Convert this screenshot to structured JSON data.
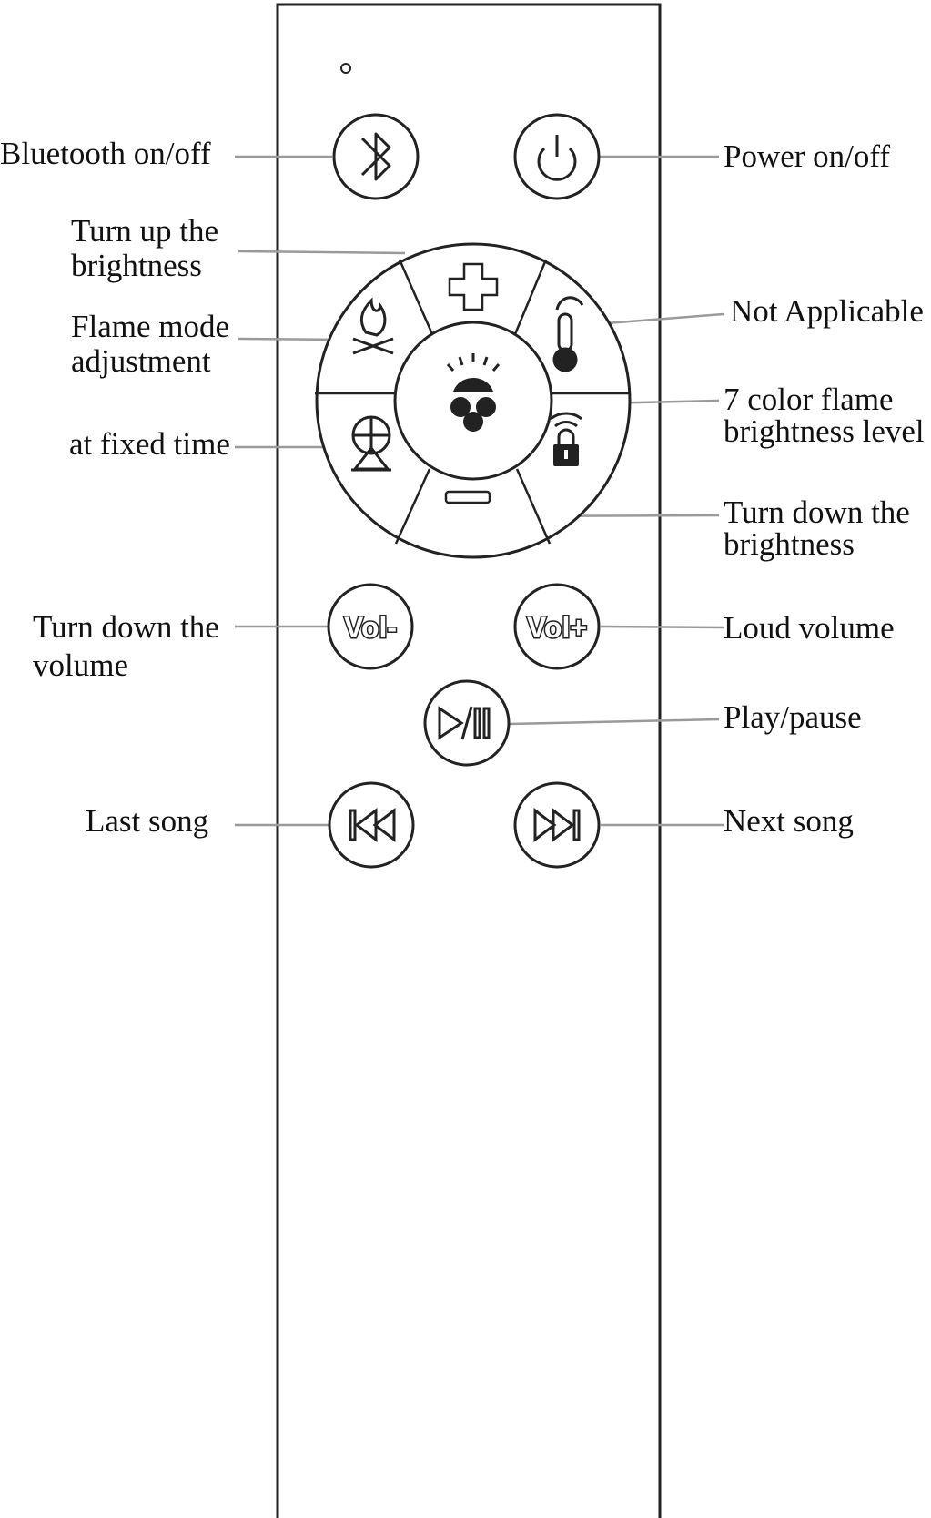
{
  "labels": {
    "bluetooth": "Bluetooth on/off",
    "power": "Power on/off",
    "brightness_up": [
      "Turn up the",
      "brightness"
    ],
    "flame_mode": [
      "Flame mode",
      "adjustment"
    ],
    "not_applicable": "Not Applicable",
    "flame_color": [
      "7 color flame",
      "brightness level"
    ],
    "timer": "at fixed time",
    "brightness_down": [
      "Turn down the",
      "brightness"
    ],
    "volume_down": [
      "Turn down the",
      "volume"
    ],
    "volume_up": "Loud volume",
    "play_pause": "Play/pause",
    "last_song": "Last song",
    "next_song": "Next song"
  },
  "buttons": {
    "vol_minus": "Vol-",
    "vol_plus": "Vol+"
  },
  "icons": [
    "indicator-led-icon",
    "bluetooth-icon",
    "power-icon",
    "plus-icon",
    "flame-mode-icon",
    "thermometer-icon",
    "color-flame-icon",
    "timer-icon",
    "lock-icon",
    "minus-icon",
    "play-pause-icon",
    "previous-track-icon",
    "next-track-icon"
  ],
  "colors": {
    "outline": "#222222",
    "leader": "#9a9a9a",
    "background": "#ffffff"
  }
}
